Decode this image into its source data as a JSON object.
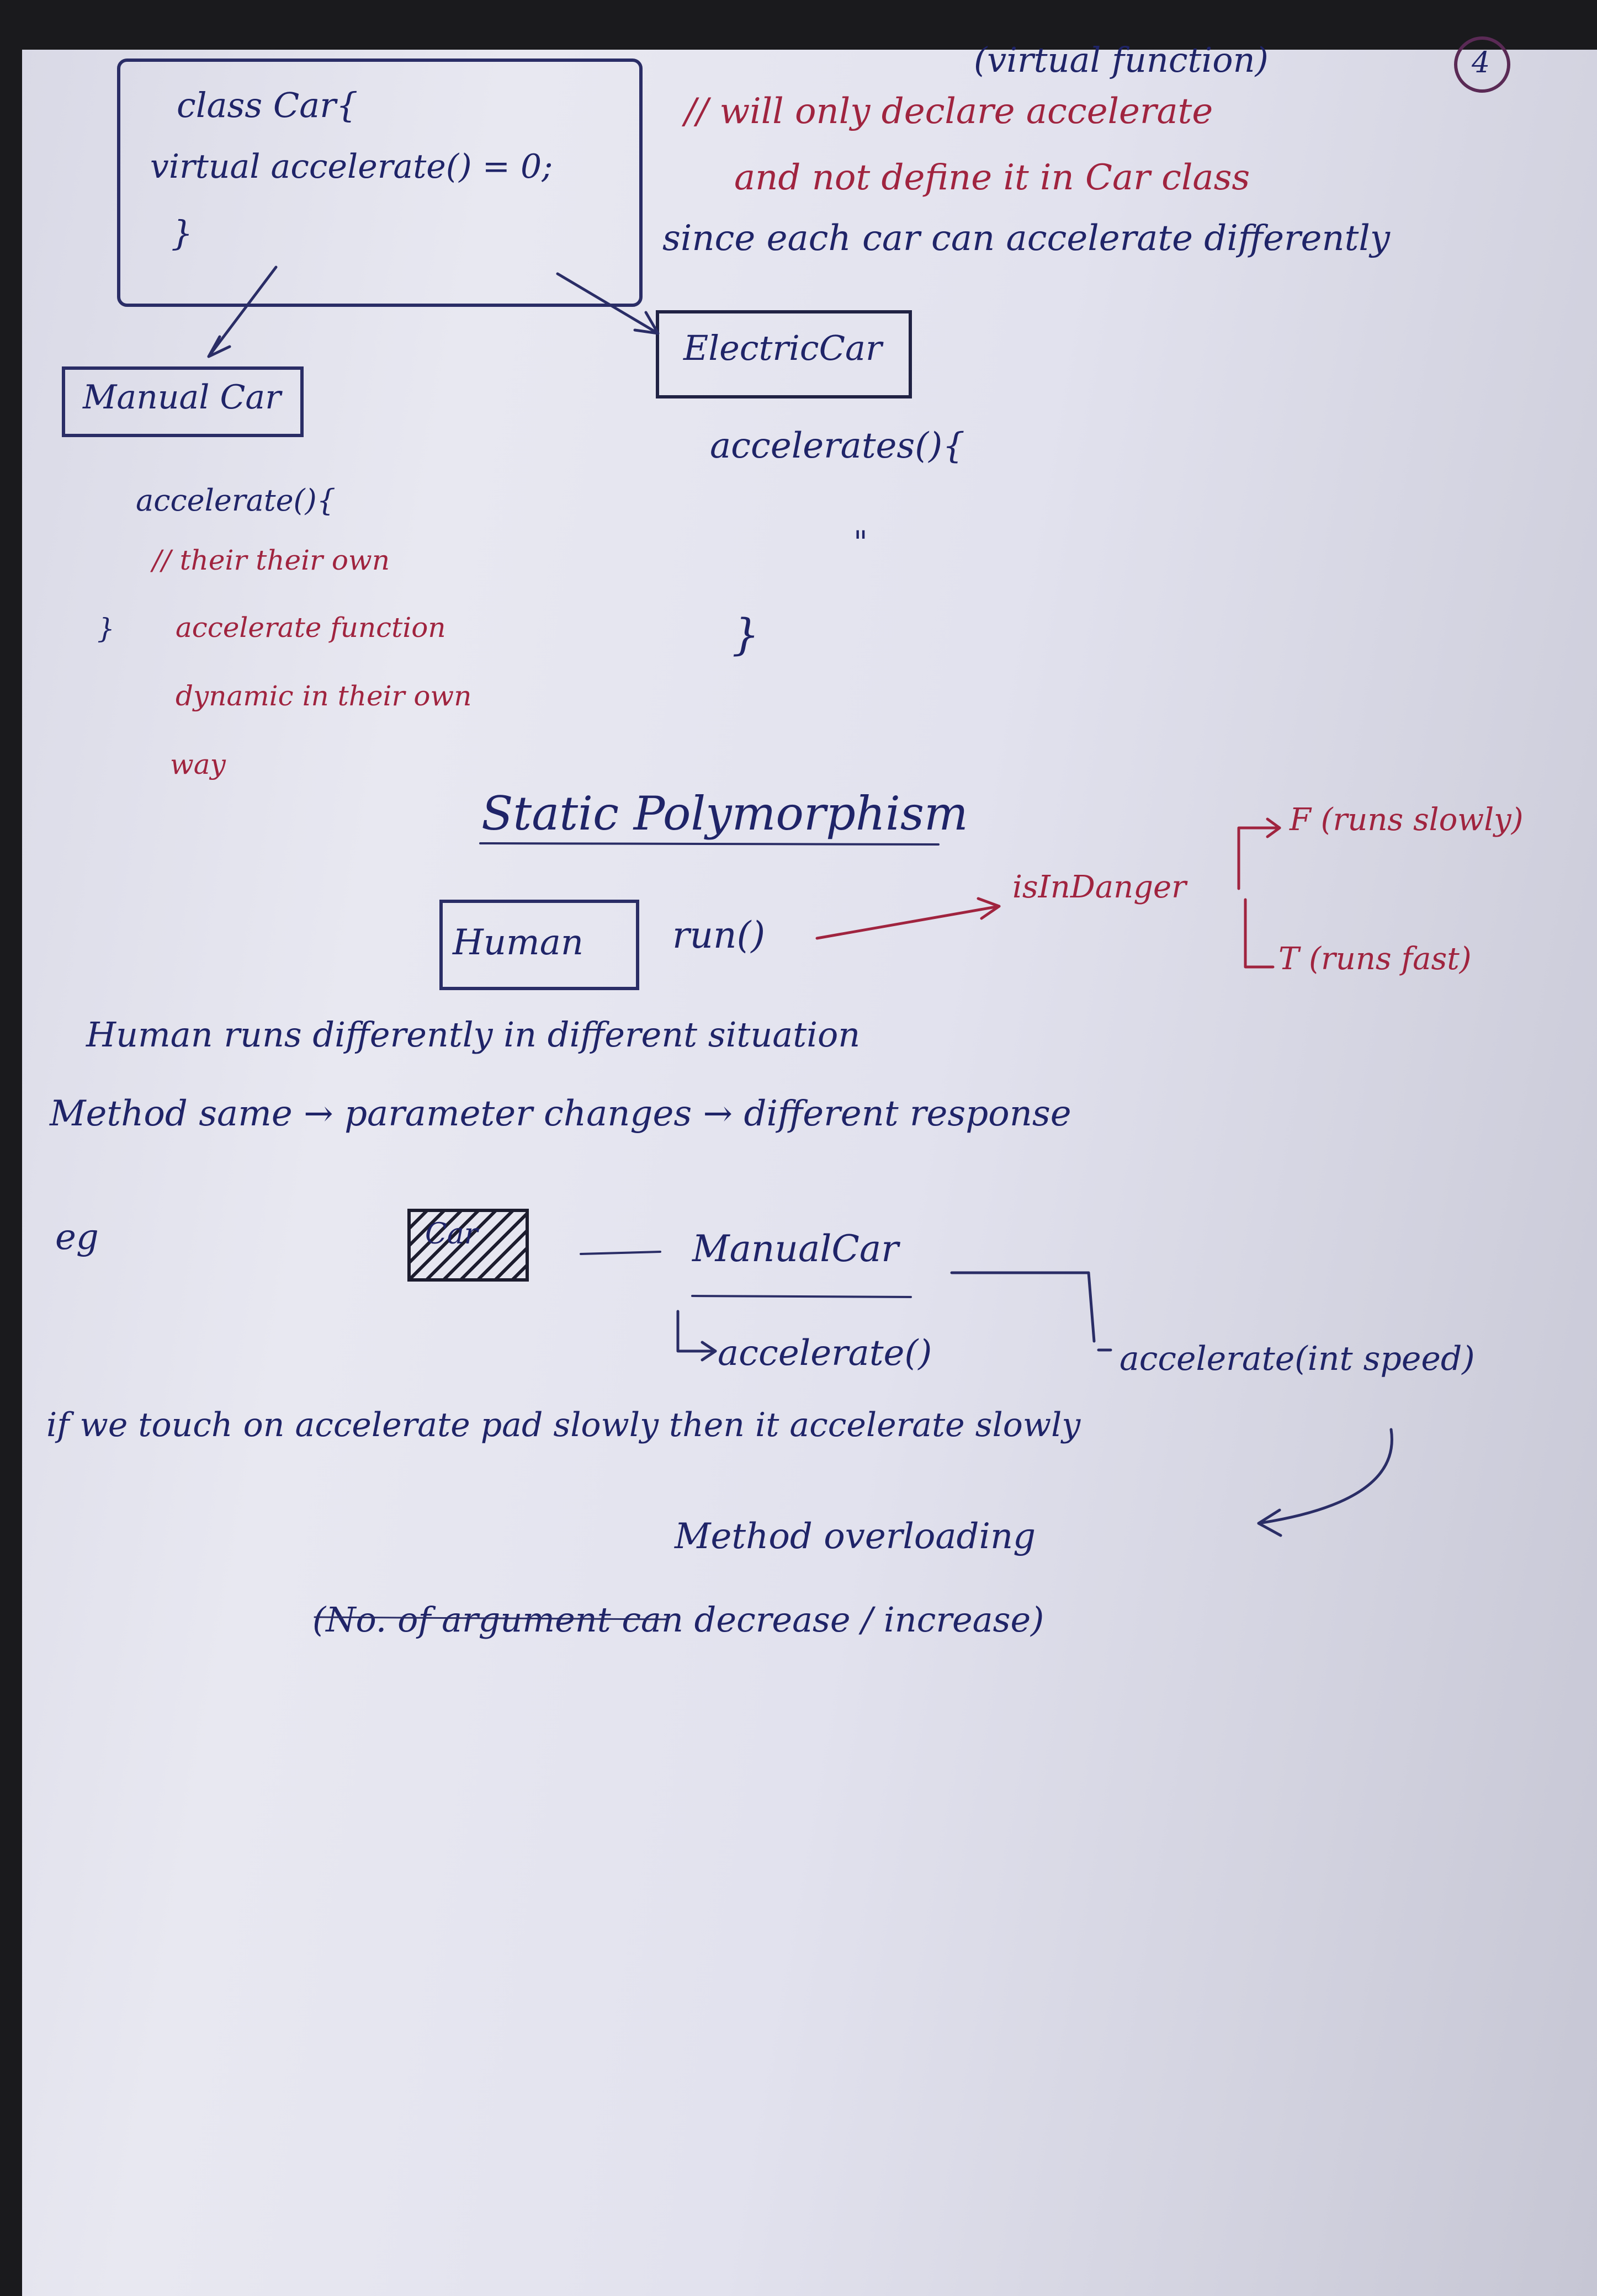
{
  "page_number": "4",
  "top_section": {
    "class_box": {
      "line1": "class Car{",
      "line2": "virtual accelerate() = 0;",
      "line3": "}"
    },
    "note_title": "(virtual function)",
    "note_line1": "// will only declare accelerate",
    "note_line2": "and not define it in Car class",
    "note_line3": "since each car can accelerate differently",
    "manual_car_label": "Manual Car",
    "electric_car_label": "ElectricCar",
    "manual_code_line1": "accelerate(){",
    "manual_code_line2": "// their their own",
    "manual_code_line3": "accelerate function",
    "manual_code_line4": "dynamic in their own",
    "manual_code_line5": "way",
    "manual_code_close": "}",
    "electric_code_line1": "accelerates(){",
    "electric_code_line2": "\"",
    "electric_code_close": "}"
  },
  "static_section": {
    "heading": "Static Polymorphism",
    "human_label": "Human",
    "run_method": "run()",
    "is_in_danger": "isInDanger",
    "false_branch": "F (runs slowly)",
    "true_branch": "T (runs fast)",
    "line1": "Human runs differently in different situation",
    "line2": "Method same → parameter changes → different response"
  },
  "example_section": {
    "eg_label": "eg",
    "hatched_label": "Car",
    "manual_car": "ManualCar",
    "accelerate_no_arg": "accelerate()",
    "accelerate_with_arg": "accelerate(int speed)",
    "pedal_line": "if we touch on accelerate pad slowly then it accelerate slowly",
    "overloading_title": "Method overloading",
    "overloading_note": "(No. of argument can decrease / increase)"
  },
  "colors": {
    "ink_blue": "#1f2468",
    "ink_red": "#a0243f",
    "paper": "#e2e2ee"
  }
}
